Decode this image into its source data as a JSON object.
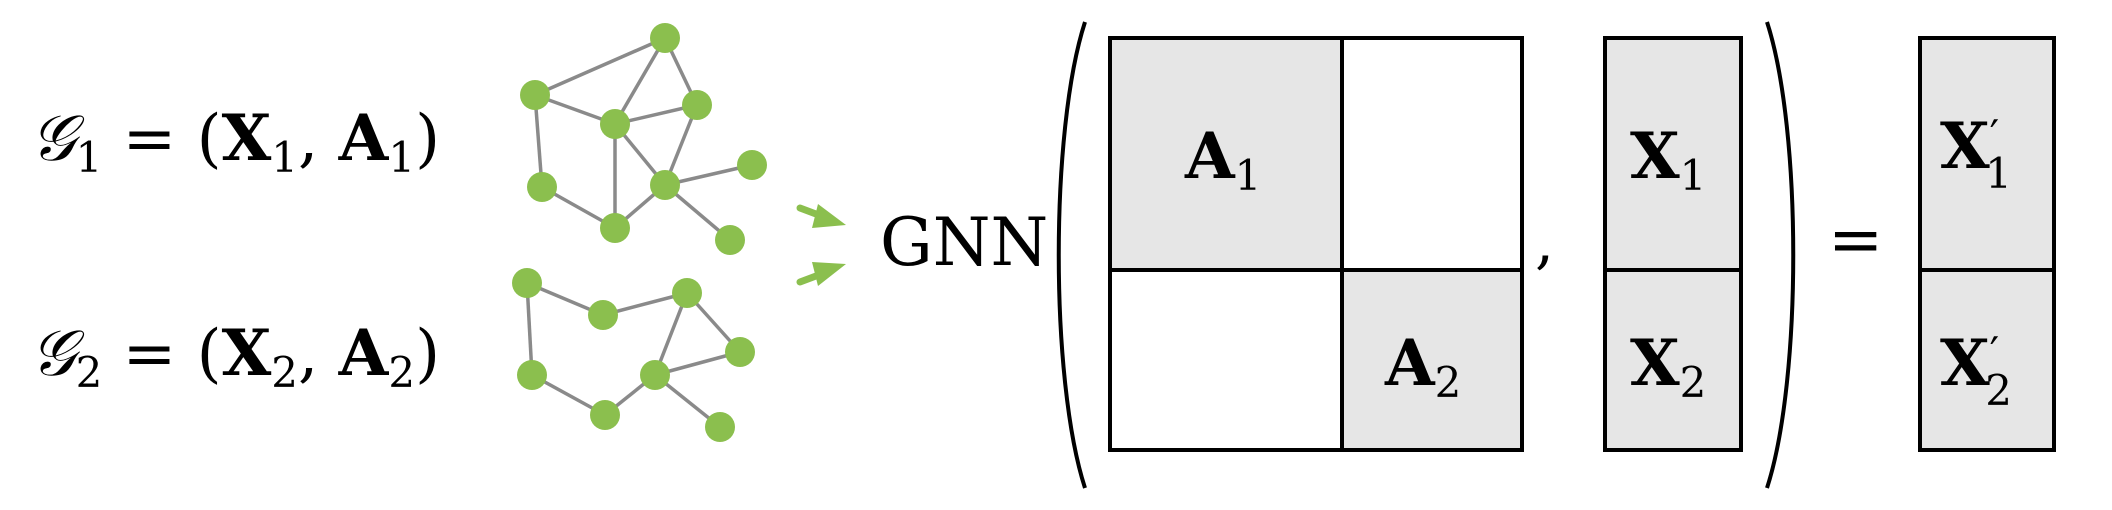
{
  "colors": {
    "node": "#8bbf4e",
    "edge": "#8a8a8a",
    "arrow": "#8bbf4e",
    "fill_gray": "#e6e6e6",
    "line": "#000000",
    "text": "#000000"
  },
  "equations": {
    "g1": {
      "script": "𝒢",
      "sub": "1",
      "eq": " = (",
      "x": "X",
      "xsub": "1",
      "comma": ", ",
      "a": "A",
      "asub": "1",
      "close": ")"
    },
    "g2": {
      "script": "𝒢",
      "sub": "2",
      "eq": " = (",
      "x": "X",
      "xsub": "2",
      "comma": ", ",
      "a": "A",
      "asub": "2",
      "close": ")"
    }
  },
  "operator": "GNN",
  "adjacency": {
    "a1": {
      "sym": "A",
      "sub": "1"
    },
    "a2": {
      "sym": "A",
      "sub": "2"
    }
  },
  "features": {
    "x1": {
      "sym": "X",
      "sub": "1"
    },
    "x2": {
      "sym": "X",
      "sub": "2"
    }
  },
  "comma": ",",
  "equals": "=",
  "outputs": {
    "x1p": {
      "sym": "X",
      "prime": "′",
      "sub": "1"
    },
    "x2p": {
      "sym": "X",
      "prime": "′",
      "sub": "2"
    }
  }
}
